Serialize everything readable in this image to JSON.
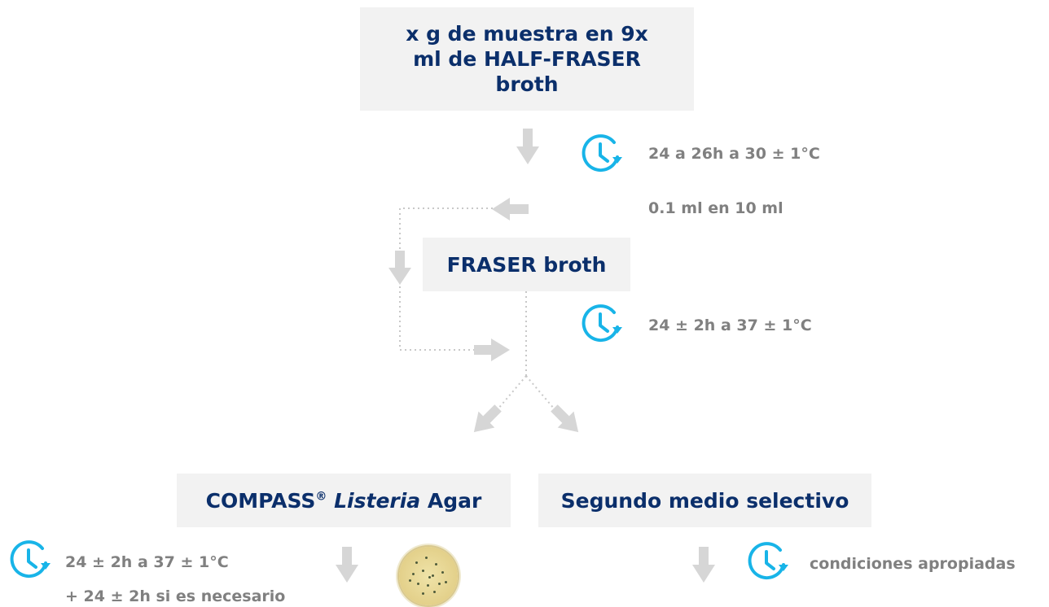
{
  "steps": {
    "sample": {
      "line1": "x g de muestra en 9x",
      "line2": "ml de HALF-FRASER",
      "line3": "broth"
    },
    "fraser": {
      "label": "FRASER broth"
    },
    "compass": {
      "brand": "COMPASS",
      "reg": "®",
      "italic": "Listeria",
      "suffix": "Agar"
    },
    "second": {
      "label": "Segundo medio selectivo"
    }
  },
  "notes": {
    "incubation1": "24 a 26h a 30 ± 1°C",
    "transfer": "0.1 ml en 10 ml",
    "incubation2": "24 ± 2h a 37 ± 1°C",
    "incubation3_line1": "24 ± 2h a 37 ± 1°C",
    "incubation3_line2": "+ 24 ± 2h si es necesario",
    "incubation4": "condiciones apropiadas"
  },
  "icons": {
    "clock": "clock-icon",
    "arrow": "arrow-icon",
    "dish": "petri-dish-image"
  },
  "colors": {
    "box_text": "#0b2f6b",
    "box_bg": "#f2f2f2",
    "note_text": "#808080",
    "arrow": "#d6d6d6",
    "clock": "#18b4e8"
  }
}
